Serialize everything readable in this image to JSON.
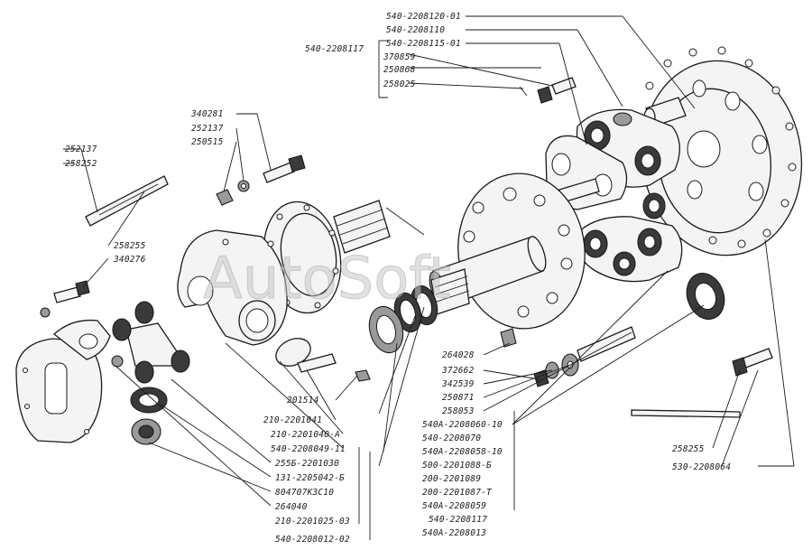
{
  "watermark": "AutoSoft",
  "labels": {
    "l01": "540-2208120-01",
    "l02": "540-2208110",
    "l03": "540-2208115-01",
    "l04": "540-2208117",
    "l05": "370859",
    "l06": "250868",
    "l07": "258025",
    "l08": "340281",
    "l09": "252137",
    "l10": "250515",
    "l11": "252137",
    "l12": "258252",
    "l13": "258255",
    "l14": "340276",
    "l15": "264028",
    "l16": "372662",
    "l17": "342539",
    "l18": "250871",
    "l19": "258053",
    "l20": "540A-2208060-10",
    "l21": "540-2208070",
    "l22": "540A-2208058-10",
    "l23": "500-2201088-Б",
    "l24": "200-2201089",
    "l25": "200-2201087-Т",
    "l26": "540А-2208059",
    "l27": "540-2208117",
    "l28": "540A-2208013",
    "l29": "201514",
    "l30": "210-2201041",
    "l31": "210-2201040-А",
    "l32": "540-2208049-11",
    "l33": "255Б-2201030",
    "l34": "131-2205042-Б",
    "l35": "804707К3С10",
    "l36": "264040",
    "l37": "210-2201025-03",
    "l38": "540-2208012-02",
    "l39": "258255",
    "l40": "530-2208064"
  }
}
